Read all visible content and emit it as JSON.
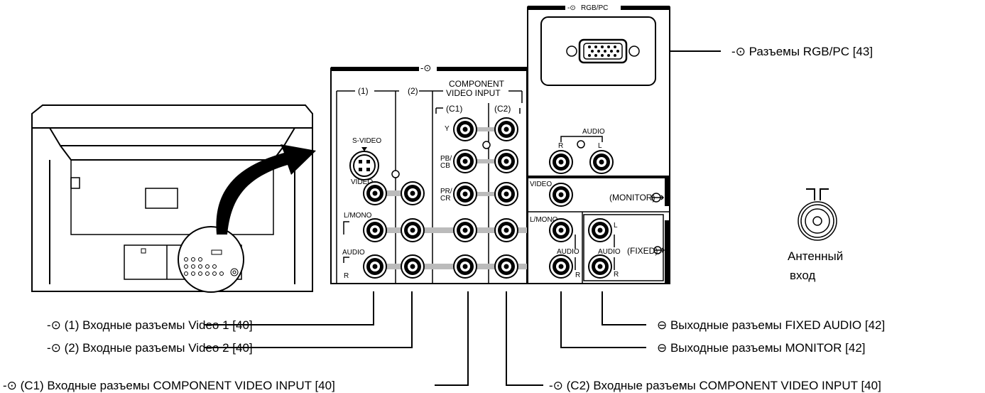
{
  "panel": {
    "input_symbol": "-⊙",
    "group1": "(1)",
    "group2": "(2)",
    "component_line1": "COMPONENT",
    "component_line2": "VIDEO INPUT",
    "c1": "(C1)",
    "c2": "(C2)",
    "s_video": "S-VIDEO",
    "video": "VIDEO",
    "l_mono": "L/MONO",
    "audio": "AUDIO",
    "r": "R",
    "l": "L",
    "y": "Y",
    "pb_cb_1": "PB/",
    "pb_cb_2": "CB",
    "pr_cr_1": "PR/",
    "pr_cr_2": "CR",
    "rgb_pc": "RGB/PC",
    "monitor": "(MONITOR)",
    "fixed": "(FIXED)"
  },
  "antenna": {
    "line1": "Антенный",
    "line2": "вход"
  },
  "callouts": {
    "rgb": "-⊙ Разъемы RGB/PC [43]",
    "video1": "-⊙ (1) Входные разъемы Video 1 [40]",
    "video2": "-⊙ (2) Входные разъемы Video 2 [40]",
    "c1": "-⊙ (C1) Входные разъемы COMPONENT VIDEO INPUT [40]",
    "c2": "-⊙ (C2) Входные разъемы COMPONENT VIDEO INPUT [40]",
    "fixed_audio": "⊖ Выходные разъемы FIXED AUDIO [42]",
    "monitor": "⊖ Выходные разъемы MONITOR [42]"
  }
}
